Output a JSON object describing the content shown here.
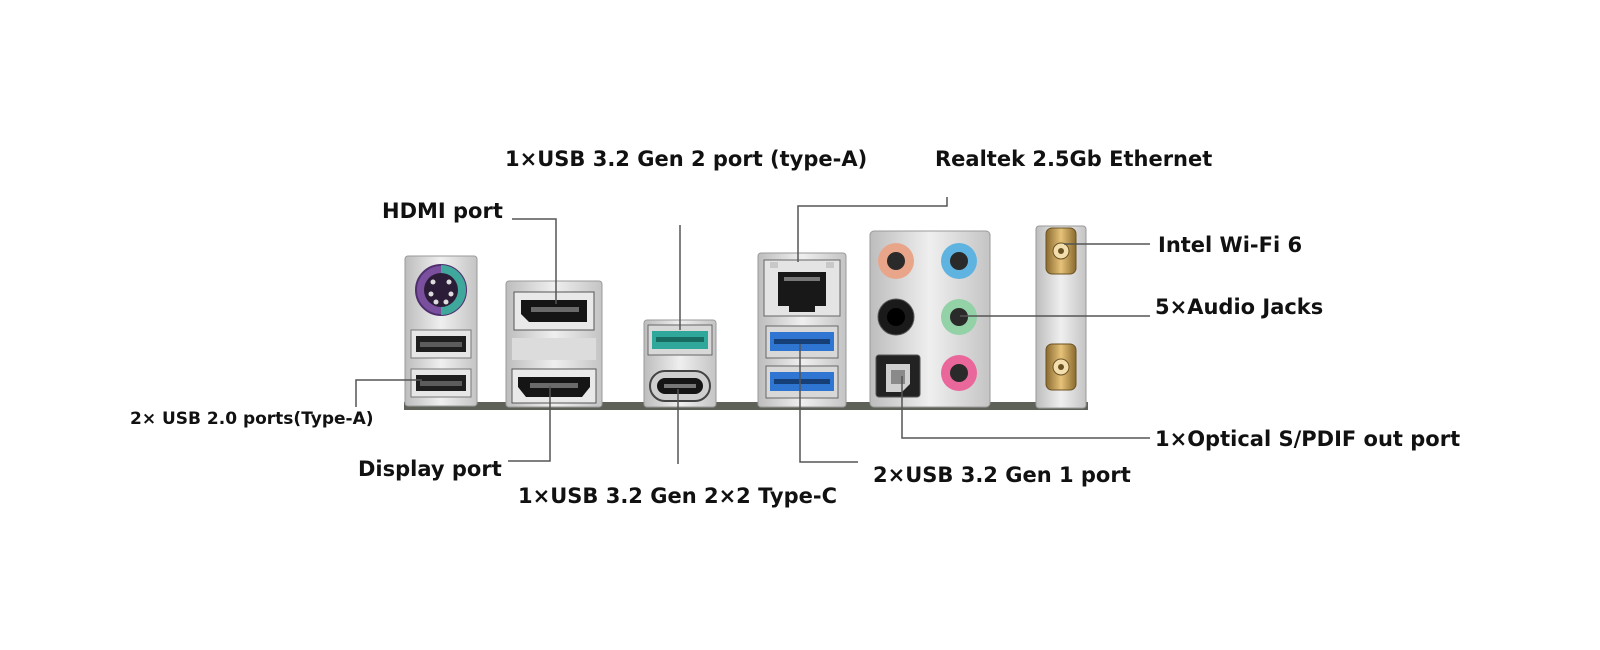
{
  "labels": {
    "usb32_gen2_typea": "1×USB 3.2 Gen 2 port (type-A)",
    "realtek_ethernet": "Realtek 2.5Gb Ethernet",
    "hdmi_port": "HDMI port",
    "intel_wifi": "Intel Wi-Fi 6",
    "audio_jacks": "5×Audio Jacks",
    "usb20_ports": "2× USB 2.0 ports(Type-A)",
    "optical_spdif": "1×Optical S/PDIF out port",
    "display_port": "Display port",
    "usb32_gen1_ports": "2×USB 3.2 Gen 1 port",
    "usb32_gen2x2_typec": "1×USB 3.2 Gen 2×2 Type-C"
  },
  "colors": {
    "board": "#5d6158",
    "bracket": "#d4d4d4",
    "ps2": "#7a4f9e",
    "ps2_keyboard": "#3fa79b",
    "usb2": "#1e1e1e",
    "usb32_gen2": "#2fa79a",
    "usb32_gen1": "#2f76d2",
    "audio_orange": "#e9a58a",
    "audio_blue": "#5fb3e0",
    "audio_black": "#1a1a1a",
    "audio_green": "#93d1a6",
    "audio_pink": "#e9679a",
    "antenna_gold": "#c9a35a",
    "leader_line": "#555555"
  }
}
